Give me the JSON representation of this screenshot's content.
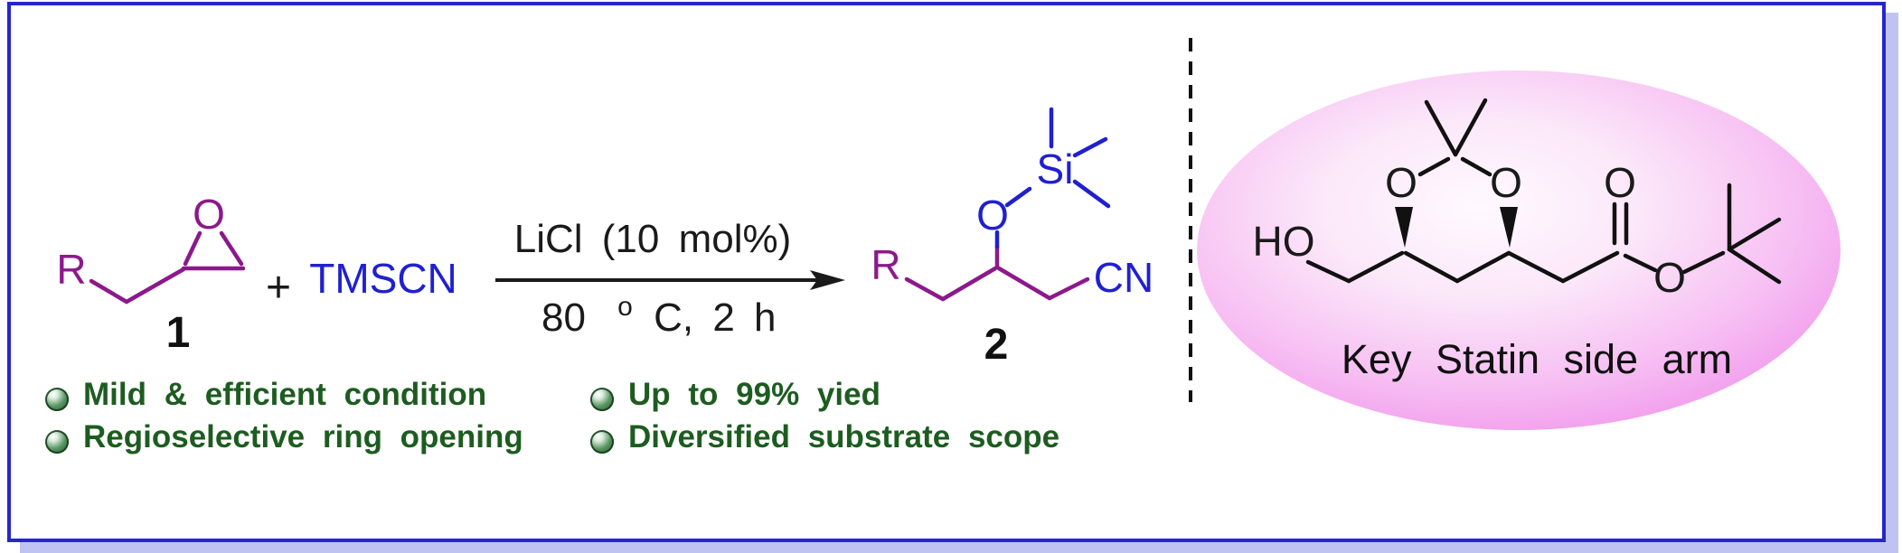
{
  "figure": {
    "reaction": {
      "compound1": {
        "r": "R",
        "o": "O",
        "label": "1"
      },
      "plus": "+",
      "reagent": "TMSCN",
      "conditions": {
        "above": "LiCl (10 mol%)",
        "temp": "80 ",
        "degree": "o",
        "temp_rest": "C, 2 h"
      },
      "compound2": {
        "r": "R",
        "o": "O",
        "si": "Si",
        "cn": "CN",
        "label": "2"
      }
    },
    "features": {
      "left": [
        "Mild & efficient condition",
        "Regioselective ring opening"
      ],
      "right": [
        "Up to 99% yied",
        "Diversified substrate scope"
      ]
    },
    "highlight": {
      "ho": "HO",
      "o_acetal_left": "O",
      "o_acetal_right": "O",
      "o_carbonyl": "O",
      "o_ester": "O",
      "caption": "Key Statin side arm"
    },
    "colors": {
      "purple": "#8c198c",
      "blue": "#2020d0",
      "green": "#1d5c20",
      "black": "#1a1a1a",
      "frame_border": "#2626cd",
      "frame_shadow": "#bfc3f2",
      "ellipse_edge": "#ef8ce8"
    }
  }
}
